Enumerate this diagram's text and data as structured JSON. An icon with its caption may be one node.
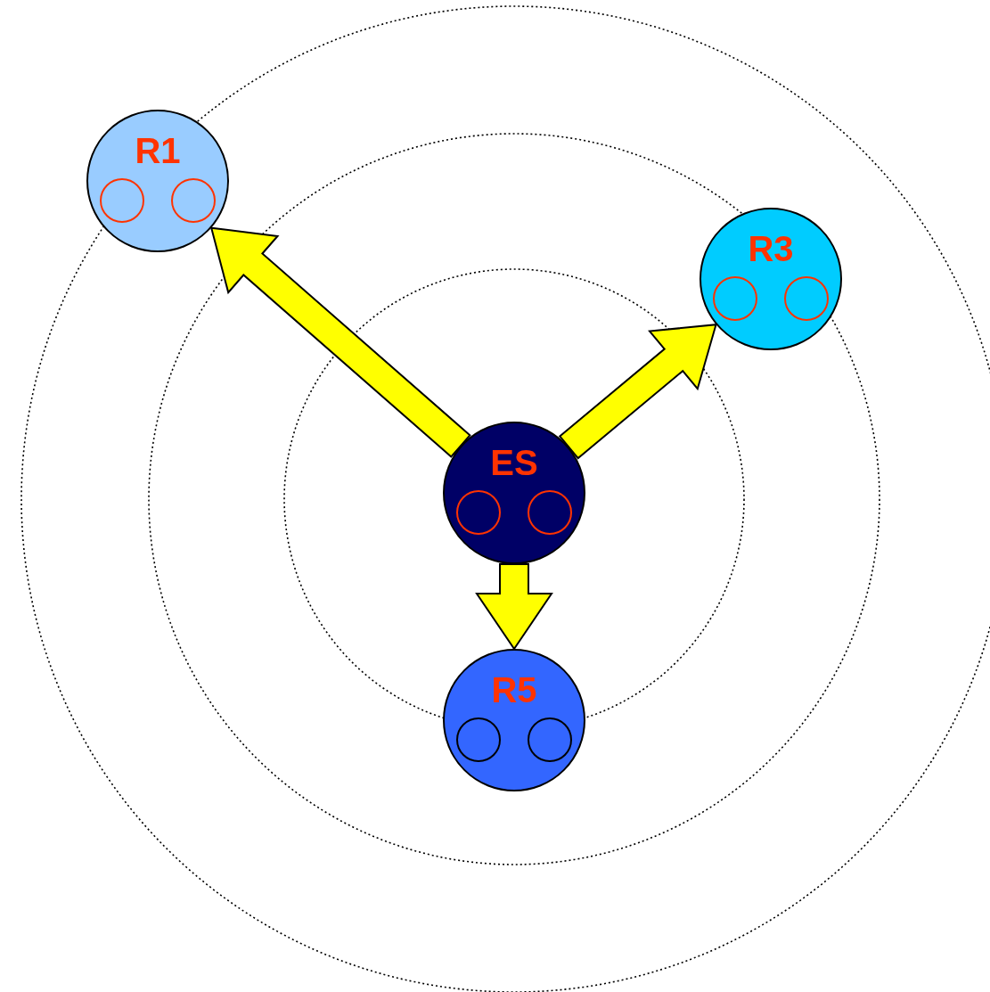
{
  "diagram": {
    "nodes": [
      {
        "text": [
          "R1"
        ]
      },
      {
        "text": [
          "R3"
        ]
      },
      {
        "text": [
          "ES"
        ]
      },
      {
        "text": [
          "R5"
        ]
      }
    ],
    "edges": [
      {
        "from": 2,
        "to": 0,
        "arrow": "to",
        "style": "thick",
        "color": "#ffff00"
      },
      {
        "from": 2,
        "to": 1,
        "arrow": "to",
        "style": "thick",
        "color": "#ffff00"
      },
      {
        "from": 2,
        "to": 3,
        "arrow": "to",
        "style": "thick",
        "color": "#ffff00"
      }
    ]
  }
}
